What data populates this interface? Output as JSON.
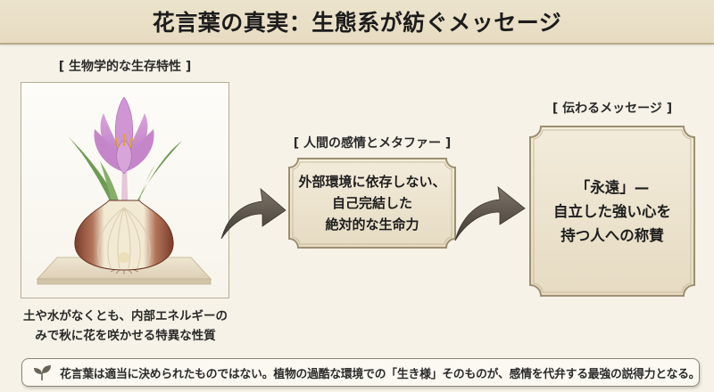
{
  "header": {
    "title": "花言葉の真実：生態系が紡ぐメッセージ"
  },
  "left_section": {
    "label": "[ 生物学的な生存特性 ]",
    "image_description": "crocus-bulb-illustration",
    "caption_line1": "土や水がなくとも、内部エネルギーの",
    "caption_line2": "みで秋に花を咲かせる特異な性質"
  },
  "middle_section": {
    "label": "[ 人間の感情とメタファー ]",
    "line1": "外部環境に依存しない、",
    "line2": "自己完結した",
    "line3": "絶対的な生命力"
  },
  "right_section": {
    "label": "[ 伝わるメッセージ ]",
    "line1": "「永遠」—",
    "line2": "自立した強い心を",
    "line3": "持つ人への称賛"
  },
  "footer": {
    "icon": "sprout-icon",
    "message": "花言葉は適当に決められたものではない。植物の過酷な環境での「生き様」そのものが、感情を代弁する最強の説得力となる。"
  },
  "colors": {
    "background": "#f6f2e7",
    "header_bg": "#e9dfc6",
    "box_fill": "#ebe1c9",
    "box_border": "#a89a7c",
    "arrow": "#5a534a",
    "petal": "#c98fcc",
    "leaf": "#6f9a55",
    "bulb_skin": "#8a4a35"
  }
}
